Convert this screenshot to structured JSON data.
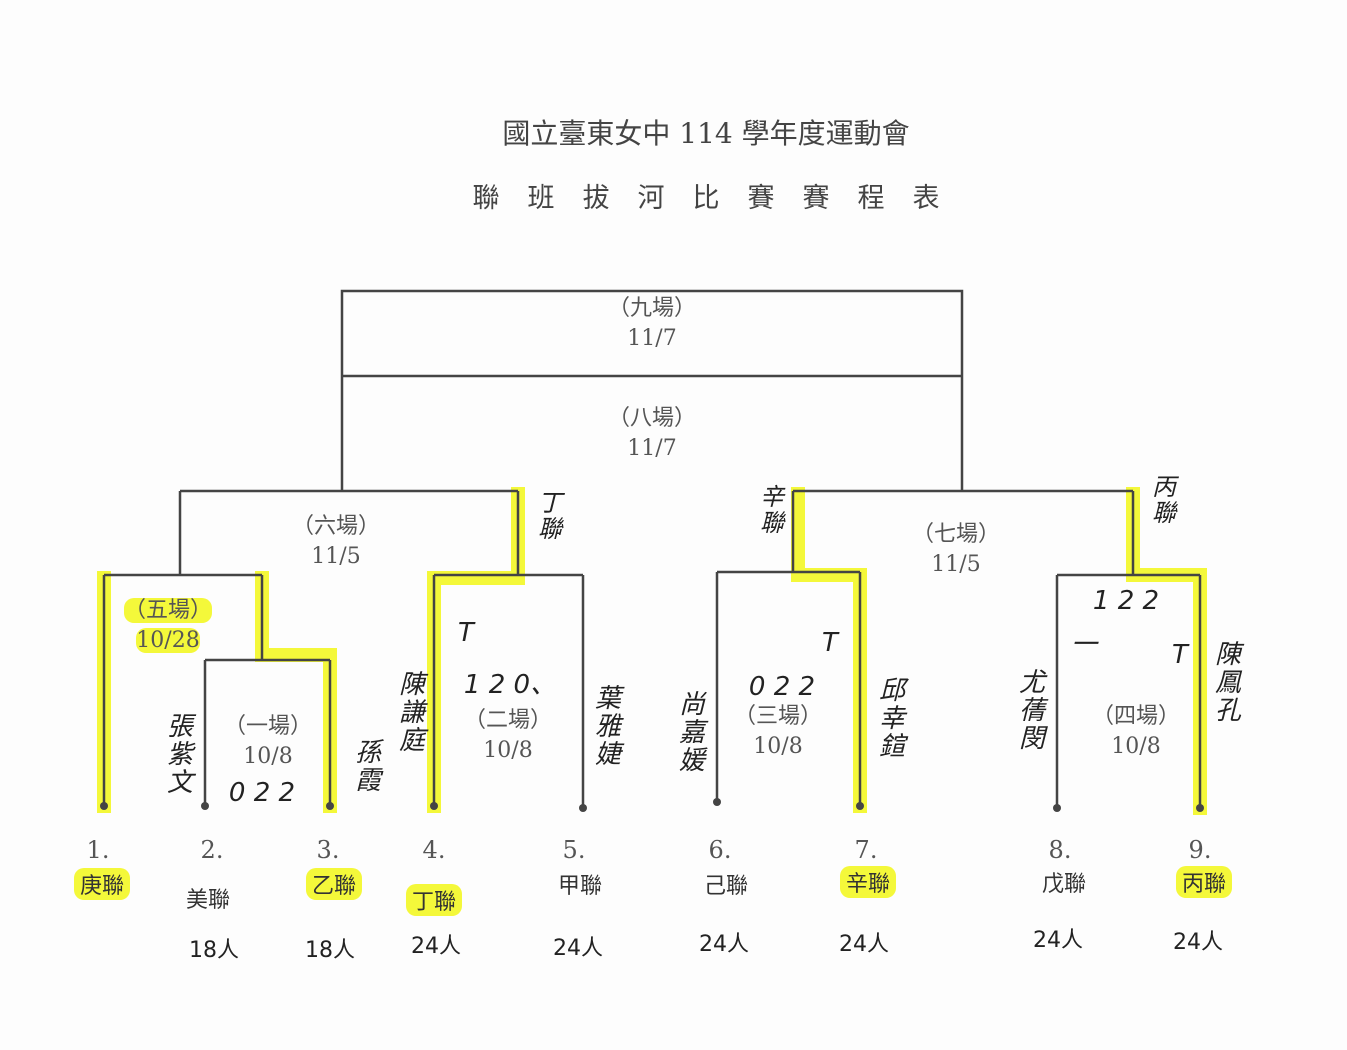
{
  "title": "國立臺東女中 114 學年度運動會",
  "subtitle": "聯班拔河比賽賽程表",
  "matches": {
    "m9": {
      "name": "（九場）",
      "date": "11/7"
    },
    "m8": {
      "name": "（八場）",
      "date": "11/7"
    },
    "m6": {
      "name": "（六場）",
      "date": "11/5"
    },
    "m7": {
      "name": "（七場）",
      "date": "11/5"
    },
    "m5": {
      "name": "（五場）",
      "date": "10/28"
    },
    "m1": {
      "name": "（一場）",
      "date": "10/8"
    },
    "m2": {
      "name": "（二場）",
      "date": "10/8"
    },
    "m3": {
      "name": "（三場）",
      "date": "10/8"
    },
    "m4": {
      "name": "（四場）",
      "date": "10/8"
    }
  },
  "teams": [
    {
      "num": "1.",
      "name": "庚聯",
      "count": ""
    },
    {
      "num": "2.",
      "name": "美聯",
      "count": "18人"
    },
    {
      "num": "3.",
      "name": "乙聯",
      "count": "18人"
    },
    {
      "num": "4.",
      "name": "丁聯",
      "count": "24人"
    },
    {
      "num": "5.",
      "name": "甲聯",
      "count": "24人"
    },
    {
      "num": "6.",
      "name": "己聯",
      "count": "24人"
    },
    {
      "num": "7.",
      "name": "辛聯",
      "count": "24人"
    },
    {
      "num": "8.",
      "name": "戊聯",
      "count": "24人"
    },
    {
      "num": "9.",
      "name": "丙聯",
      "count": "24人"
    }
  ],
  "handwritten": {
    "winner_m2": "丁聯",
    "winner_m3": "辛聯",
    "winner_m4": "丙聯",
    "score_m1": "0 2 2",
    "score_m2": "1 2 0、",
    "score_m3": "0 2 2",
    "score_m4": "1 2 2",
    "mark_m2": "T",
    "mark_m3": "T",
    "mark_m4a": "一",
    "mark_m4b": "T",
    "ref_2": "張紫文",
    "ref_3": "孫霞",
    "ref_4": "陳謙庭",
    "ref_5": "葉雅婕",
    "ref_6": "尚嘉媛",
    "ref_7": "邱幸鍹",
    "ref_8": "尤蒨閔",
    "ref_9": "陳鳳孔"
  },
  "colors": {
    "highlight": "#f4f83a",
    "line": "#444444"
  }
}
